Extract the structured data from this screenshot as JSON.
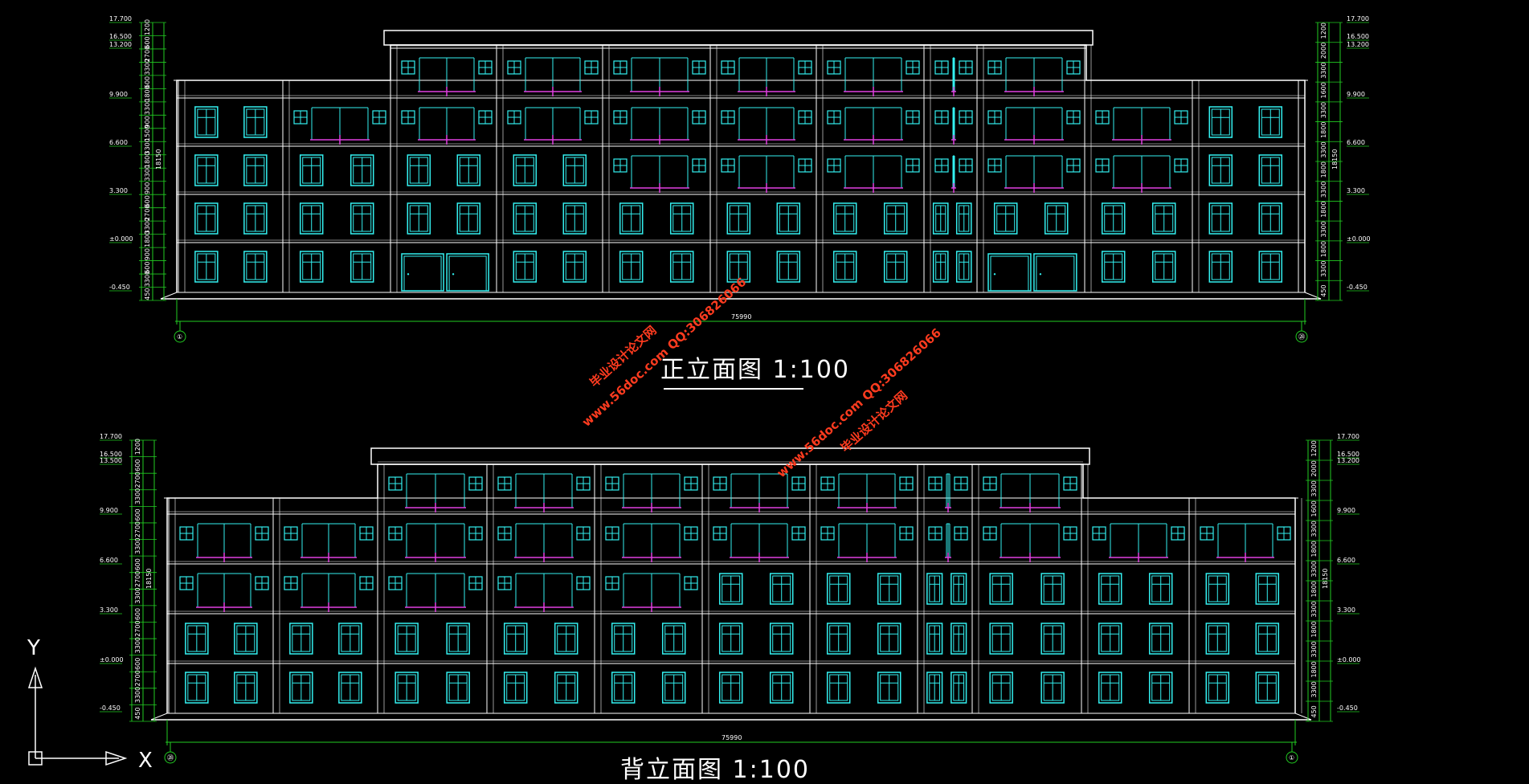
{
  "drawings": [
    {
      "title": "正立面图  1:100",
      "overall_dim": "75990",
      "axis_left": "①",
      "axis_right": "㉘",
      "dims_left": [
        "1200",
        "600",
        "2700",
        "3300",
        "600",
        "1800",
        "3300",
        "900",
        "1500",
        "3300",
        "1800",
        "3300",
        "900",
        "600",
        "2700",
        "3300",
        "1800",
        "900",
        "600",
        "3300",
        "450"
      ],
      "dims_right": [
        "1200",
        "2000",
        "3300",
        "1600",
        "3300",
        "1800",
        "3300",
        "1800",
        "3300",
        "1800",
        "3300",
        "1800",
        "3300",
        "450"
      ],
      "total_height": "18150",
      "levels_left": [
        "17.700",
        "16.500",
        "13.200",
        "9.900",
        "6.600",
        "3.300",
        "±0.000",
        "-0.450"
      ],
      "levels_right": [
        "17.700",
        "16.500",
        "13.200",
        "9.900",
        "6.600",
        "3.300",
        "±0.000",
        "-0.450"
      ]
    },
    {
      "title": "背立面图  1:100",
      "overall_dim": "75990",
      "axis_left": "㉘",
      "axis_right": "①",
      "dims_left": [
        "1200",
        "600",
        "2700",
        "3300",
        "600",
        "2700",
        "3300",
        "600",
        "2700",
        "3300",
        "600",
        "2700",
        "3300",
        "600",
        "2700",
        "3300",
        "450"
      ],
      "dims_right": [
        "1200",
        "2000",
        "3300",
        "1600",
        "3300",
        "1800",
        "3300",
        "1800",
        "3300",
        "1800",
        "3300",
        "1800",
        "3300",
        "450"
      ],
      "total_height": "18150",
      "levels_left": [
        "17.700",
        "16.500",
        "13.500",
        "9.900",
        "6.600",
        "3.300",
        "±0.000",
        "-0.450"
      ],
      "levels_right": [
        "17.700",
        "16.500",
        "13.200",
        "9.900",
        "6.600",
        "3.300",
        "±0.000",
        "-0.450"
      ]
    }
  ],
  "watermarks": [
    {
      "line1": "毕业设计论文网",
      "line2": "www.56doc.com   QQ:306826066"
    },
    {
      "line1": "www.56doc.com   QQ:306826066",
      "line2": "毕业设计论文网"
    }
  ],
  "ucs": {
    "x_label": "X",
    "y_label": "Y"
  },
  "colors": {
    "outline": "#ffffff",
    "window": "#33f0f0",
    "balcony": "#e040e0",
    "dimension": "#22cc22",
    "watermark": "#ff3b1f"
  }
}
